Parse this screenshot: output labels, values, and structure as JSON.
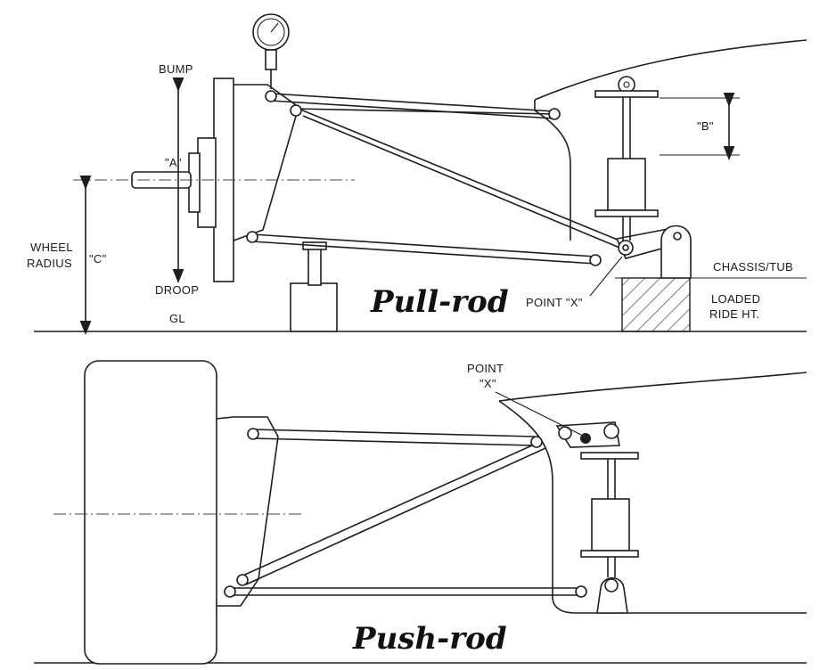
{
  "pull_rod": {
    "title": "Pull-rod",
    "bump": "BUMP",
    "droop": "DROOP",
    "dim_a": "\"A\"",
    "dim_b": "\"B\"",
    "dim_c": "\"C\"",
    "wheel_radius_1": "WHEEL",
    "wheel_radius_2": "RADIUS",
    "gl": "GL",
    "chassis": "CHASSIS/TUB",
    "loaded_1": "LOADED",
    "loaded_2": "RIDE HT.",
    "point_x": "POINT \"X\""
  },
  "push_rod": {
    "title": "Push-rod",
    "point_1": "POINT",
    "point_2": "\"X\""
  }
}
